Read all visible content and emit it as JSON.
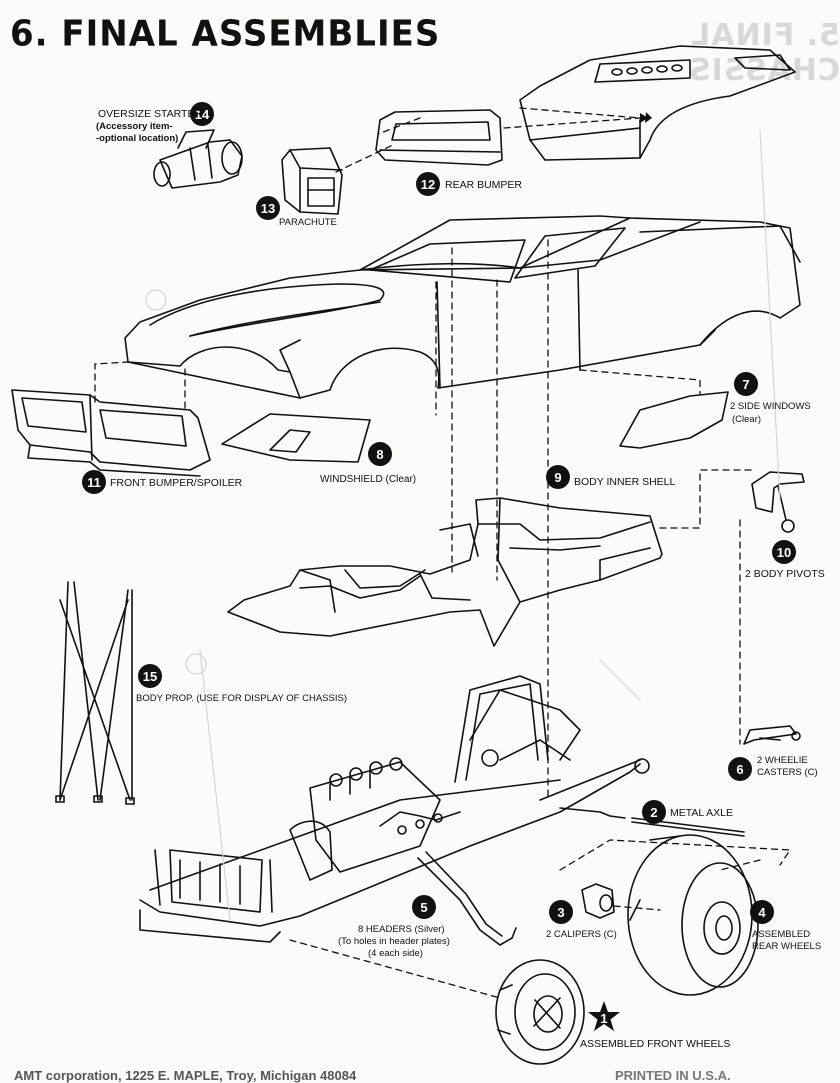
{
  "page": {
    "title": "6. FINAL ASSEMBLIES",
    "ghost_title": "5. FINAL CHASSIS"
  },
  "parts": [
    {
      "num": "1",
      "label": "ASSEMBLED FRONT WHEELS"
    },
    {
      "num": "2",
      "label": "METAL AXLE"
    },
    {
      "num": "3",
      "label": "2 CALIPERS (C)"
    },
    {
      "num": "4",
      "label": "ASSEMBLED",
      "label2": "REAR WHEELS"
    },
    {
      "num": "5",
      "label": "8 HEADERS (Silver)",
      "label2": "(To holes in header plates)",
      "label3": "(4 each side)"
    },
    {
      "num": "6",
      "label": "2 WHEELIE",
      "label2": "CASTERS (C)"
    },
    {
      "num": "7",
      "label": "2 SIDE WINDOWS",
      "label2": "(Clear)"
    },
    {
      "num": "8",
      "label": "WINDSHIELD (Clear)"
    },
    {
      "num": "9",
      "label": "BODY INNER SHELL"
    },
    {
      "num": "10",
      "label": "2 BODY PIVOTS"
    },
    {
      "num": "11",
      "label": "FRONT BUMPER/SPOILER"
    },
    {
      "num": "12",
      "label": "REAR BUMPER"
    },
    {
      "num": "13",
      "label": "PARACHUTE"
    },
    {
      "num": "14",
      "label": "OVERSIZE STARTER",
      "label2": "(Accessory item-",
      "label3": "-optional location)"
    },
    {
      "num": "15",
      "label": "BODY PROP. (Use for display of chassis)"
    }
  ],
  "footer": {
    "left": "AMT corporation, 1225 E. MAPLE, Troy, Michigan 48084",
    "right": "PRINTED IN U.S.A."
  }
}
